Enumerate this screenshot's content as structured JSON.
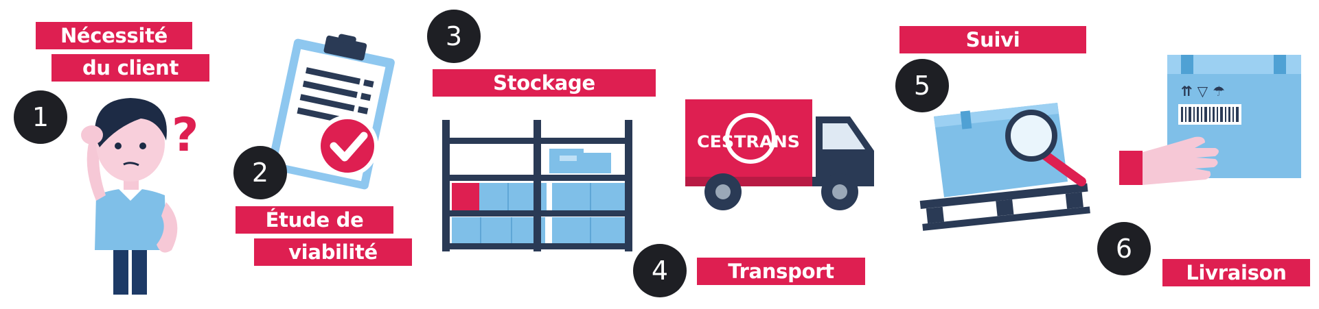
{
  "steps": [
    {
      "number": "1",
      "label_lines": [
        "Nécessité",
        "du client"
      ]
    },
    {
      "number": "2",
      "label_lines": [
        "Étude de",
        "viabilité"
      ]
    },
    {
      "number": "3",
      "label_lines": [
        "Stockage"
      ]
    },
    {
      "number": "4",
      "label_lines": [
        "Transport"
      ]
    },
    {
      "number": "5",
      "label_lines": [
        "Suivi"
      ]
    },
    {
      "number": "6",
      "label_lines": [
        "Livraison"
      ]
    }
  ],
  "truck_logo": "CESTRANS",
  "colors": {
    "accent": "#de1f51",
    "dark": "#1e1f24",
    "light_blue": "#7fbfe8",
    "navy": "#2a3a55"
  },
  "icons": [
    "person-question-icon",
    "clipboard-check-icon",
    "warehouse-shelf-icon",
    "truck-icon",
    "pallet-magnifier-icon",
    "package-hand-icon"
  ]
}
